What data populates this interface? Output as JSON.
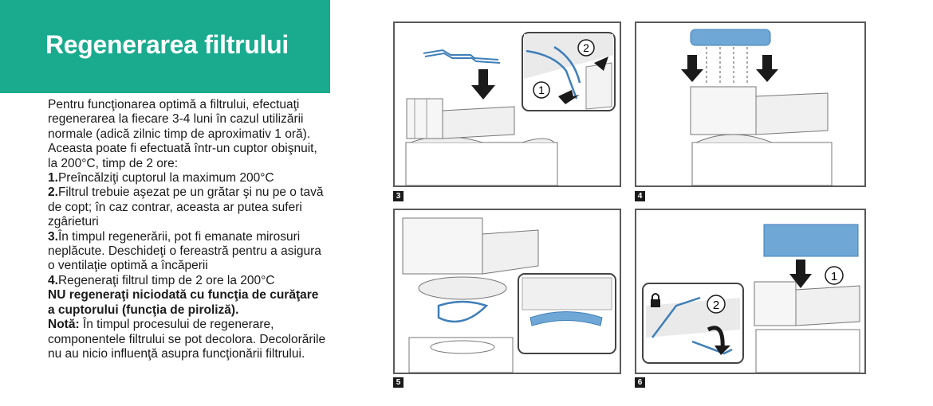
{
  "header": {
    "title": "Regenerarea filtrului"
  },
  "intro": "Pentru funcţionarea optimă a filtrului, efectuaţi regenerarea la fiecare 3-4 luni în cazul utilizării normale (adică zilnic timp de aproximativ 1 oră). Aceasta poate fi efectuată într-un cuptor obişnuit, la 200°C, timp de 2 ore:",
  "steps": [
    {
      "num": "1.",
      "text": "Preîncălziţi cuptorul la maximum 200°C"
    },
    {
      "num": "2.",
      "text": "Filtrul trebuie aşezat pe un grătar şi nu pe o tavă de copt; în caz contrar, aceasta ar putea suferi zgârieturi"
    },
    {
      "num": "3.",
      "text": "În timpul regenerării, pot fi emanate mirosuri neplăcute. Deschideţi o fereastră pentru a asigura o ventilaţie optimă a încăperii"
    },
    {
      "num": "4.",
      "text": "Regeneraţi filtrul timp de 2 ore la 200°C"
    }
  ],
  "warning": "NU regeneraţi niciodată cu funcţia de curăţare a cuptorului (funcţia de piroliză).",
  "note": {
    "label": "Notă:",
    "text": " În timpul procesului de regenerare, componentele filtrului se pot decolora. Decolorările nu au nicio influenţă asupra funcţionării filtrului."
  },
  "figures": [
    {
      "label": "3",
      "callouts": [
        "1",
        "2"
      ]
    },
    {
      "label": "4",
      "callouts": []
    },
    {
      "label": "5",
      "callouts": []
    },
    {
      "label": "6",
      "callouts": [
        "1",
        "2"
      ]
    }
  ],
  "colors": {
    "brand": "#1aab8f",
    "part_blue": "#6fa8d6",
    "wire_blue": "#3f7fb8",
    "lock_icon": "lock-icon"
  }
}
